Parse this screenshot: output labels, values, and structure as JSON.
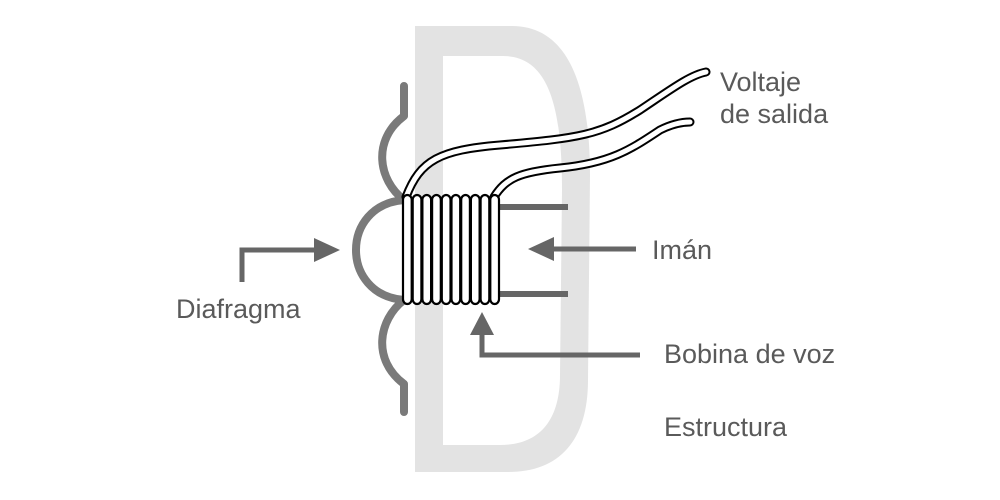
{
  "diagram": {
    "labels": {
      "voltaje_line1": "Voltaje",
      "voltaje_line2": "de salida",
      "iman": "Imán",
      "diafragma": "Diafragma",
      "bobina": "Bobina de voz",
      "estructura": "Estructura"
    },
    "colors": {
      "structure_fill": "#e3e3e3",
      "diaphragm": "#7a7a7a",
      "arrow": "#666666",
      "coil_stroke": "#000000",
      "text": "#5a5a5a"
    },
    "coil_turns": 10
  }
}
